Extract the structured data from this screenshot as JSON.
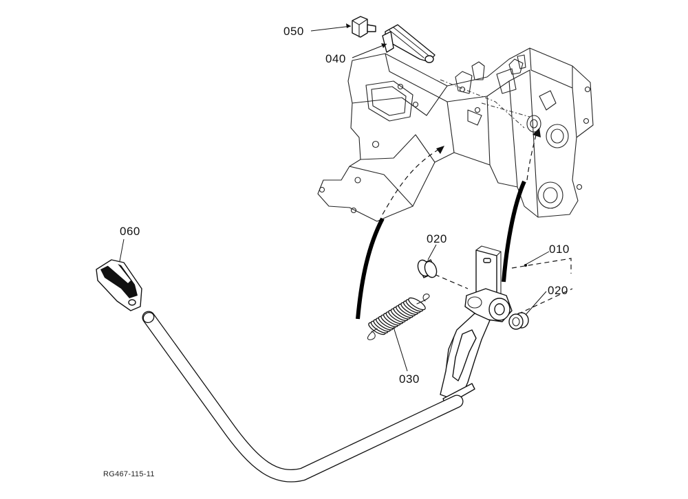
{
  "callouts": {
    "p010": "010",
    "p020_left": "020",
    "p020_right": "020",
    "p030": "030",
    "p040": "040",
    "p050": "050",
    "p060": "060"
  },
  "reference_code": "RG467-115-11"
}
